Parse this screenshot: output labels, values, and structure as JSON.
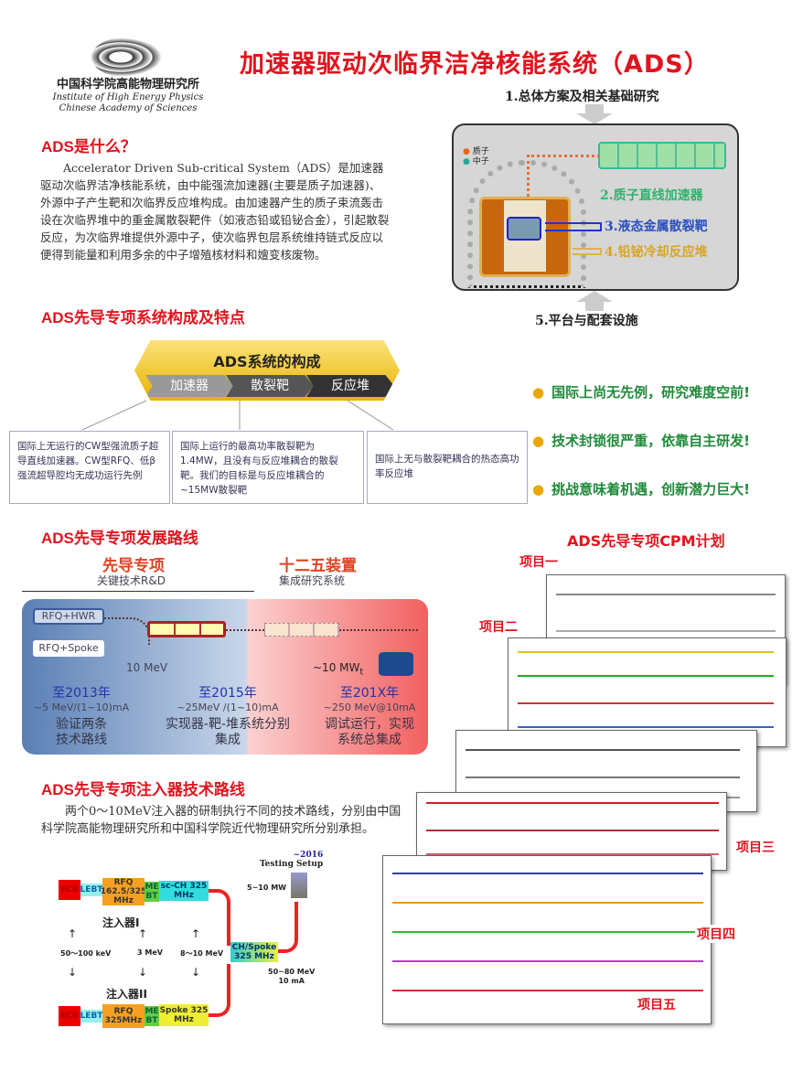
{
  "header": {
    "title": "加速器驱动次临界洁净核能系统（ADS）",
    "logo_cn": "中国科学院高能物理研究所",
    "logo_en1": "Institute of High Energy Physics",
    "logo_en2": "Chinese Academy of Sciences"
  },
  "what": {
    "heading": "ADS是什么？",
    "text": "Accelerator Driven Sub-critical System（ADS）是加速器驱动次临界洁净核能系统，由中能强流加速器(主要是质子加速器)、外源中子产生靶和次临界反应堆构成。由加速器产生的质子束流轰击设在次临界堆中的重金属散裂靶件（如液态铅或铅铋合金），引起散裂反应，为次临界堆提供外源中子，使次临界包层系统维持链式反应以便得到能量和利用多余的中子增殖核材料和嬗变核废物。"
  },
  "system_diagram": {
    "top": "1.总体方案及相关基础研究",
    "legend_proton": "质子",
    "legend_neutron": "中子",
    "item2": "2.质子直线加速器",
    "item3": "3.液态金属散裂靶",
    "item4": "4.铅铋冷却反应堆",
    "bottom": "5.平台与配套设施"
  },
  "composition": {
    "heading": "ADS先导专项系统构成及特点",
    "title": "ADS系统的构成",
    "parts": [
      "加速器",
      "散裂靶",
      "反应堆"
    ],
    "features": [
      "国际上无运行的CW型强流质子超导直线加速器。CW型RFQ、低β强流超导腔均无成功运行先例",
      "国际上运行的最高功率散裂靶为1.4MW，且没有与反应堆耦合的散裂靶。我们的目标是与反应堆耦合的~15MW散裂靶",
      "国际上无与散裂靶耦合的热态高功率反应堆"
    ],
    "bullets": [
      "国际上尚无先例，研究难度空前!",
      "技术封锁很严重，依靠自主研发!",
      "挑战意味着机遇，创新潜力巨大!"
    ]
  },
  "roadmap": {
    "heading": "ADS先导专项发展路线",
    "phase1_title": "先导专项",
    "phase1_sub": "关键技术R&D",
    "phase2_title": "十二五装置",
    "phase2_sub": "集成研究系统",
    "route1": "RFQ+HWR",
    "route2": "RFQ+Spoke",
    "energy": "10 MeV",
    "power": "~10 MW",
    "power_sub": "t",
    "milestones": [
      {
        "year": "至2013年",
        "spec": "~5 MeV/(1~10)mA",
        "desc1": "验证两条",
        "desc2": "技术路线"
      },
      {
        "year": "至2015年",
        "spec": "~25MeV /(1~10)mA",
        "desc1": "实现器-靶-堆系统分别",
        "desc2": "集成"
      },
      {
        "year": "至201X年",
        "spec": "~250 MeV@10mA",
        "desc1": "调试运行，实现",
        "desc2": "系统总集成"
      }
    ]
  },
  "injector": {
    "heading": "ADS先导专项注入器技术路线",
    "text": "两个0～10MeV注入器的研制执行不同的技术路线，分别由中国科学院高能物理研究所和中国科学院近代物理研究所分别承担。",
    "inj1": "注入器I",
    "inj2": "注入器II",
    "ecr": "ECR",
    "lebt": "LEBT",
    "rfq1": "RFQ 162.5/325 MHz",
    "mebt": "ME BT",
    "scch": "sc-CH 325 MHz",
    "rfq2": "RFQ 325MHz",
    "spoke": "Spoke 325 MHz",
    "chspoke": "CH/Spoke 325 MHz",
    "e1": "50～100 keV",
    "e2": "3 MeV",
    "e3": "8～10 MeV",
    "e4": "50~80 MeV",
    "e4b": "10 mA",
    "year": "~2016",
    "setup": "Testing Setup",
    "mw": "5~10 MW"
  },
  "cpm": {
    "heading": "ADS先导专项CPM计划",
    "projects": [
      "项目一",
      "项目二",
      "项目三",
      "项目四",
      "项目五"
    ]
  },
  "colors": {
    "red": "#e0141e",
    "green": "#1f8a3a",
    "gold": "#e8a800"
  }
}
